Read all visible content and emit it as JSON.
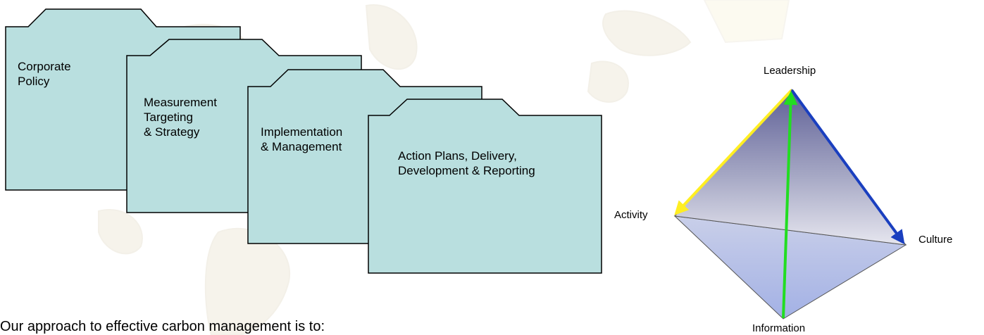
{
  "folders": [
    {
      "label": "Corporate\nPolicy"
    },
    {
      "label": "Measurement\nTargeting\n& Strategy"
    },
    {
      "label": "Implementation\n& Management"
    },
    {
      "label": "Action Plans, Delivery,\nDevelopment & Reporting"
    }
  ],
  "folder_color": "#b9dfdf",
  "pyramid": {
    "top_label": "Leadership",
    "left_label": "Activity",
    "right_label": "Culture",
    "bottom_label": "Information",
    "arrow_colors": {
      "leadership_to_activity": "#ffee22",
      "leadership_to_culture": "#1a3fbf",
      "information_to_leadership": "#22dd22"
    }
  },
  "caption": "Our approach to effective carbon management is to:"
}
